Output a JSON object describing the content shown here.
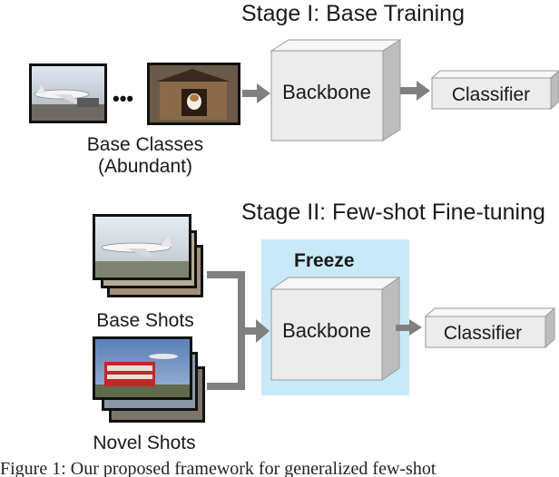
{
  "stage1": {
    "title": "Stage I: Base Training",
    "dots": "•••",
    "base_classes_label": [
      "Base Classes",
      "(Abundant)"
    ],
    "backbone": "Backbone",
    "classifier": "Classifier"
  },
  "stage2": {
    "title": "Stage II: Few-shot Fine-tuning",
    "freeze": "Freeze",
    "base_shots": "Base Shots",
    "novel_shots": "Novel Shots",
    "backbone": "Backbone",
    "classifier": "Classifier"
  },
  "caption": "Figure 1: Our proposed framework for generalized few-shot",
  "colors": {
    "box_front": "#ececec",
    "box_side": "#bdbdbd",
    "box_top": "#f7f7f7",
    "arrow": "#808080",
    "freeze_bg": "#c8e9f8"
  },
  "icons": [
    "airplane-photo-icon",
    "dog-house-photo-icon",
    "bus-photo-icon"
  ]
}
